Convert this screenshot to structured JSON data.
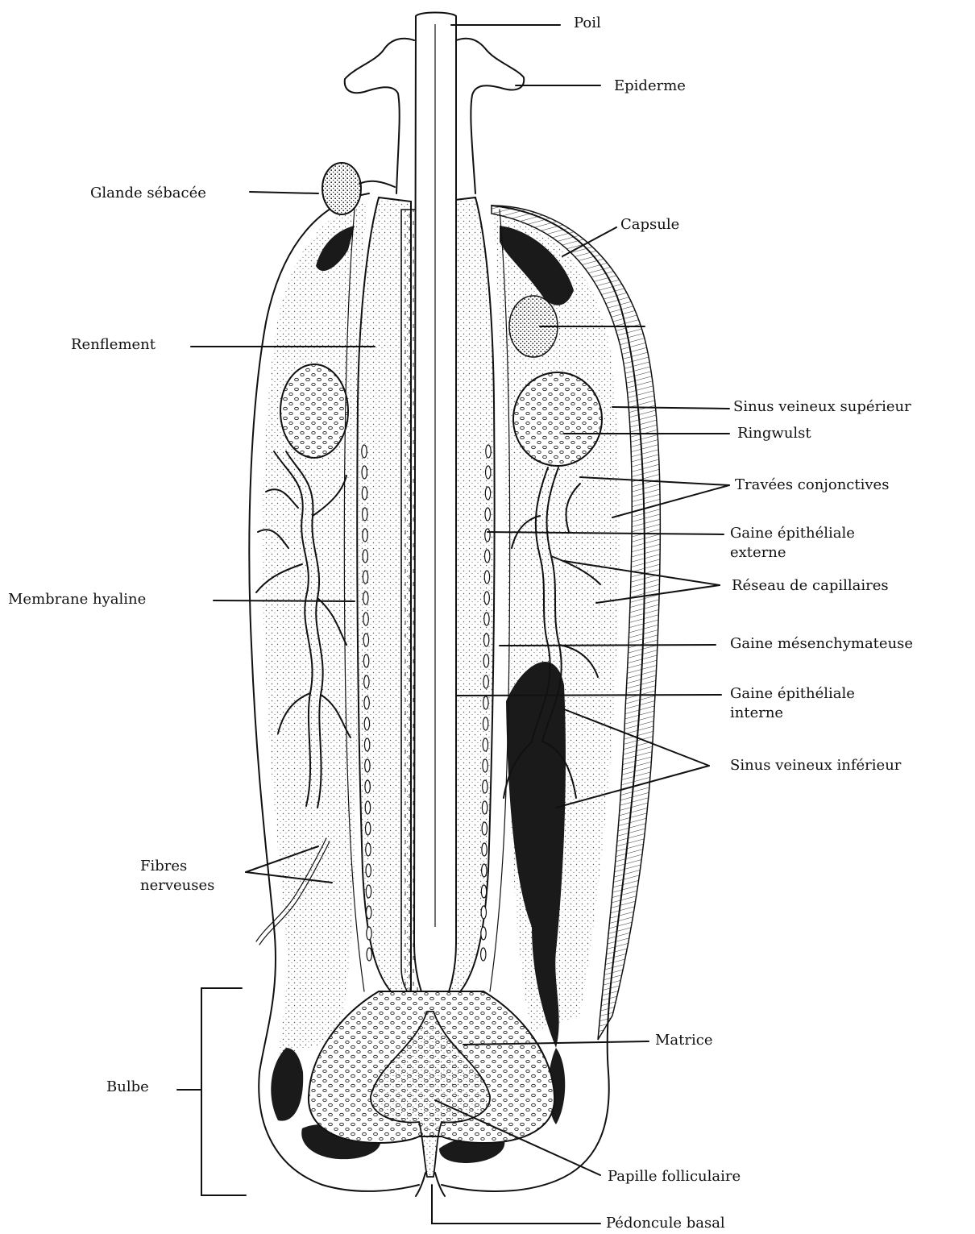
{
  "labels": {
    "poil": "Poil",
    "epiderme": "Epiderme",
    "glande_sebacee": "Glande sébacée",
    "capsule": "Capsule",
    "renflement": "Renflement",
    "sinus_veineux_superieur": "Sinus veineux supérieur",
    "ringwulst": "Ringwulst",
    "travees_conjonctives": "Travées conjonctives",
    "gaine_epitheliale_externe_1": "Gaine épithéliale",
    "gaine_epitheliale_externe_2": "externe",
    "membrane_hyaline": "Membrane hyaline",
    "reseau_de_capillaires": "Réseau de capillaires",
    "gaine_mesenchymateuse": "Gaine mésenchymateuse",
    "gaine_epitheliale_interne_1": "Gaine épithéliale",
    "gaine_epitheliale_interne_2": "interne",
    "sinus_veineux_inferieur": "Sinus veineux inférieur",
    "fibres_nerveuses_1": "Fibres",
    "fibres_nerveuses_2": "nerveuses",
    "matrice": "Matrice",
    "bulbe": "Bulbe",
    "papille_folliculaire": "Papille folliculaire",
    "pedoncule_basal": "Pédoncule basal"
  },
  "colors": {
    "ink": "#111111",
    "paper": "#ffffff",
    "dark_fill": "#1a1a1a",
    "stipple": "#555555"
  }
}
